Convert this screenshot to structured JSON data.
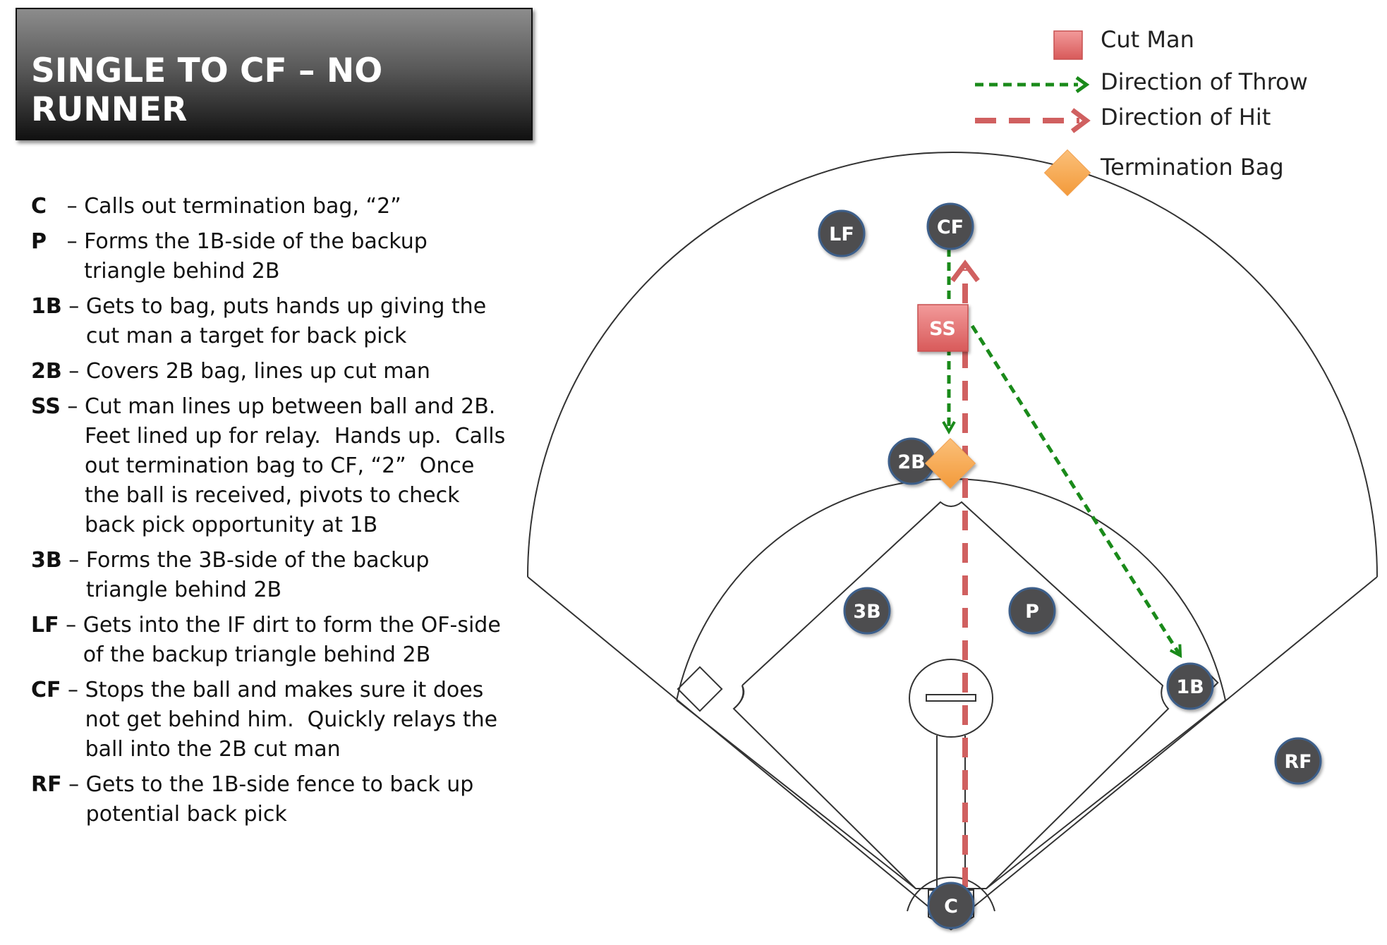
{
  "title": "SINGLE TO CF – NO RUNNER",
  "roles": [
    {
      "key": "C",
      "dash": "   – ",
      "lines": [
        "Calls out termination bag, “2”"
      ]
    },
    {
      "key": "P",
      "dash": "   – ",
      "lines": [
        "Forms the 1B-side of the backup",
        "triangle behind 2B"
      ]
    },
    {
      "key": "1B",
      "dash": " – ",
      "lines": [
        "Gets to bag, puts hands up giving the",
        "cut man a target for back pick"
      ]
    },
    {
      "key": "2B",
      "dash": " – ",
      "lines": [
        "Covers 2B bag, lines up cut man"
      ]
    },
    {
      "key": "SS",
      "dash": " – ",
      "lines": [
        "Cut man lines up between ball and 2B.",
        "Feet lined up for relay.  Hands up.  Calls",
        "out termination bag to CF, “2”  Once",
        "the ball is received, pivots to check",
        "back pick opportunity at 1B"
      ]
    },
    {
      "key": "3B",
      "dash": " – ",
      "lines": [
        "Forms the 3B-side of the backup",
        "triangle behind 2B"
      ]
    },
    {
      "key": "LF",
      "dash": " – ",
      "lines": [
        "Gets into the IF dirt to form the OF-side",
        "of the backup triangle behind 2B"
      ]
    },
    {
      "key": "CF",
      "dash": " – ",
      "lines": [
        "Stops the ball and makes sure it does",
        "not get behind him.  Quickly relays the",
        "ball into the 2B cut man"
      ]
    },
    {
      "key": "RF",
      "dash": " – ",
      "lines": [
        "Gets to the 1B-side fence to back up",
        "potential back pick"
      ]
    }
  ],
  "legend": {
    "cut_man": "Cut Man",
    "direction_throw": "Direction of Throw",
    "direction_hit": "Direction of Hit",
    "termination_bag": "Termination Bag"
  },
  "players": [
    {
      "id": "LF",
      "label": "LF"
    },
    {
      "id": "CF",
      "label": "CF"
    },
    {
      "id": "2B",
      "label": "2B"
    },
    {
      "id": "3B",
      "label": "3B"
    },
    {
      "id": "P",
      "label": "P"
    },
    {
      "id": "1B",
      "label": "1B"
    },
    {
      "id": "RF",
      "label": "RF"
    },
    {
      "id": "C",
      "label": "C"
    }
  ],
  "cut_man": {
    "label": "SS"
  },
  "colors": {
    "player_fill": "#4d4d4f",
    "player_ring": "#3e5f8a",
    "cut_man": "#e07272",
    "throw": "#1a8a1a",
    "hit": "#d06060",
    "termination_bag": "#f8a94e"
  }
}
